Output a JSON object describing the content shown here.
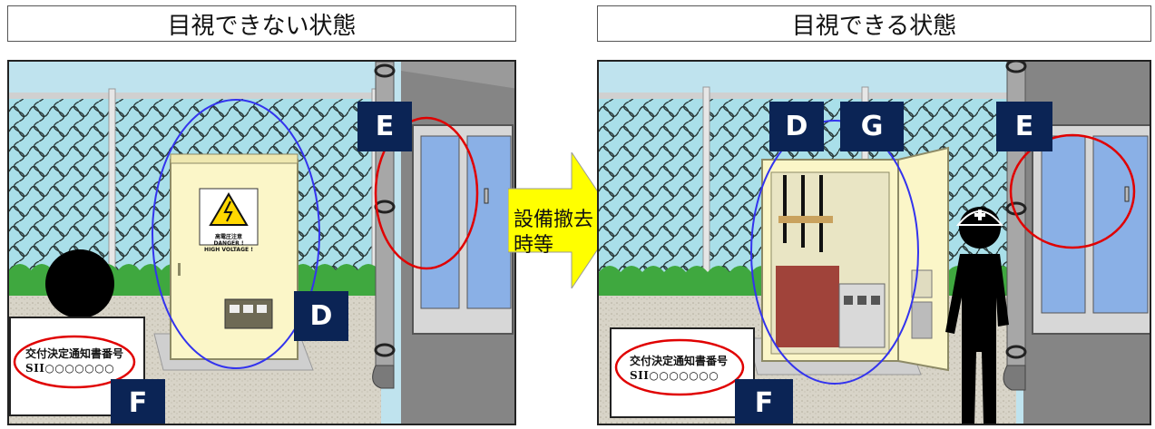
{
  "left": {
    "title": "目視できない状態",
    "sign": {
      "line1": "交付決定通知書番号",
      "line2": "SII○○○○○○○"
    },
    "warning": {
      "line1": "高電圧注意",
      "line2": "DANGER !",
      "line3": "HIGH VOLTAGE !"
    },
    "labels": {
      "d": "D",
      "e": "E",
      "f": "F"
    }
  },
  "arrow": {
    "line1": "設備撤去",
    "line2": "時等",
    "color": "#ffff00"
  },
  "right": {
    "title": "目視できる状態",
    "sign": {
      "line1": "交付決定通知書番号",
      "line2": "SII○○○○○○○"
    },
    "labels": {
      "d": "D",
      "g": "G",
      "e": "E",
      "f": "F"
    }
  },
  "colors": {
    "label_bg": "#0b2455",
    "red_circle": "#e00000",
    "blue_circle": "#3333ee"
  }
}
